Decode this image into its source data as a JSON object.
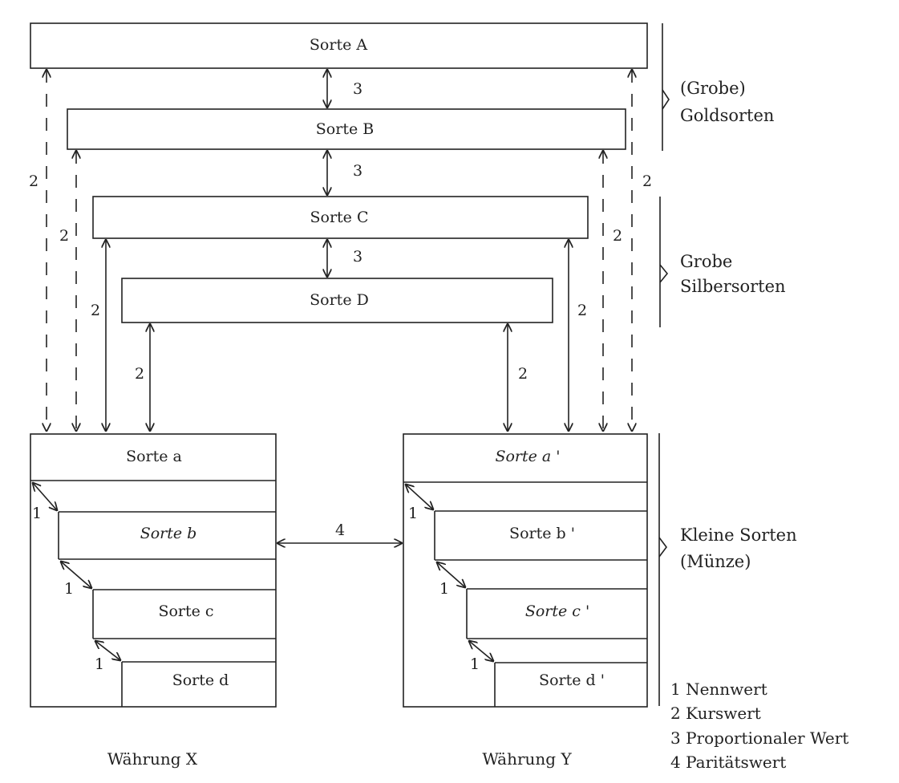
{
  "top_sorts": {
    "a": "Sorte A",
    "b": "Sorte B",
    "c": "Sorte C",
    "d": "Sorte D"
  },
  "currency_x": {
    "title": "Währung X",
    "sorts": [
      "Sorte a",
      "Sorte b",
      "Sorte c",
      "Sorte d"
    ]
  },
  "currency_y": {
    "title": "Währung Y",
    "sorts": [
      "Sorte a '",
      "Sorte b '",
      "Sorte c '",
      "Sorte d '"
    ]
  },
  "groups": {
    "gold_line1": "(Grobe)",
    "gold_line2": "Goldsorten",
    "silver_line1": "Grobe",
    "silver_line2": "Silbersorten",
    "small_line1": "Kleine Sorten",
    "small_line2": "(Münze)"
  },
  "labels": {
    "one": "1",
    "two": "2",
    "three": "3",
    "four": "4"
  },
  "legend": [
    "1 Nennwert",
    "2 Kurswert",
    "3 Proportionaler Wert",
    "4 Paritätswert"
  ]
}
